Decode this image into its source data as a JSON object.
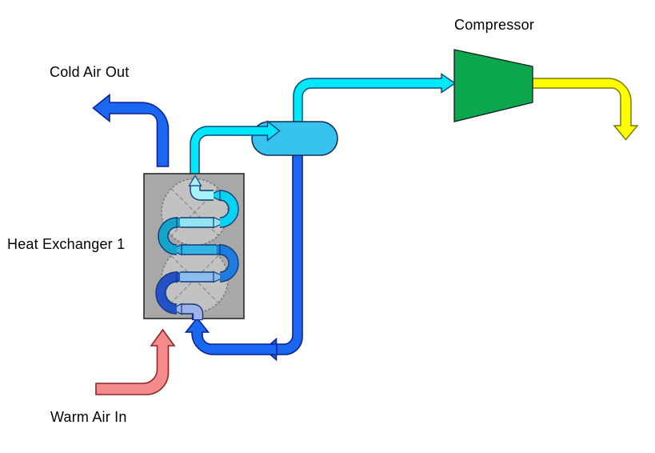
{
  "diagram": {
    "labels": {
      "compressor": "Compressor",
      "cold_air_out": "Cold Air Out",
      "heat_exchanger_1": "Heat Exchanger 1",
      "warm_air_in": "Warm Air In"
    },
    "colors": {
      "compressor_fill": "#0CA64F",
      "tank_fill": "#38C2F0",
      "cyan_pipe": "#00E8FA",
      "blue_pipe": "#1B67F2",
      "yellow_pipe": "#FFFF00",
      "warm_arrow": "#F58A8C",
      "exchanger_box": "#A8A8A8",
      "exchanger_circle": "#C2C2C2"
    },
    "serpentine_colors": [
      "#9FB2E8",
      "#2450C8",
      "#8CBCEC",
      "#1E7BE0",
      "#2FB4E4",
      "#16A3C8",
      "#93E4F0",
      "#06D2F2",
      "#A5F2F8"
    ]
  }
}
